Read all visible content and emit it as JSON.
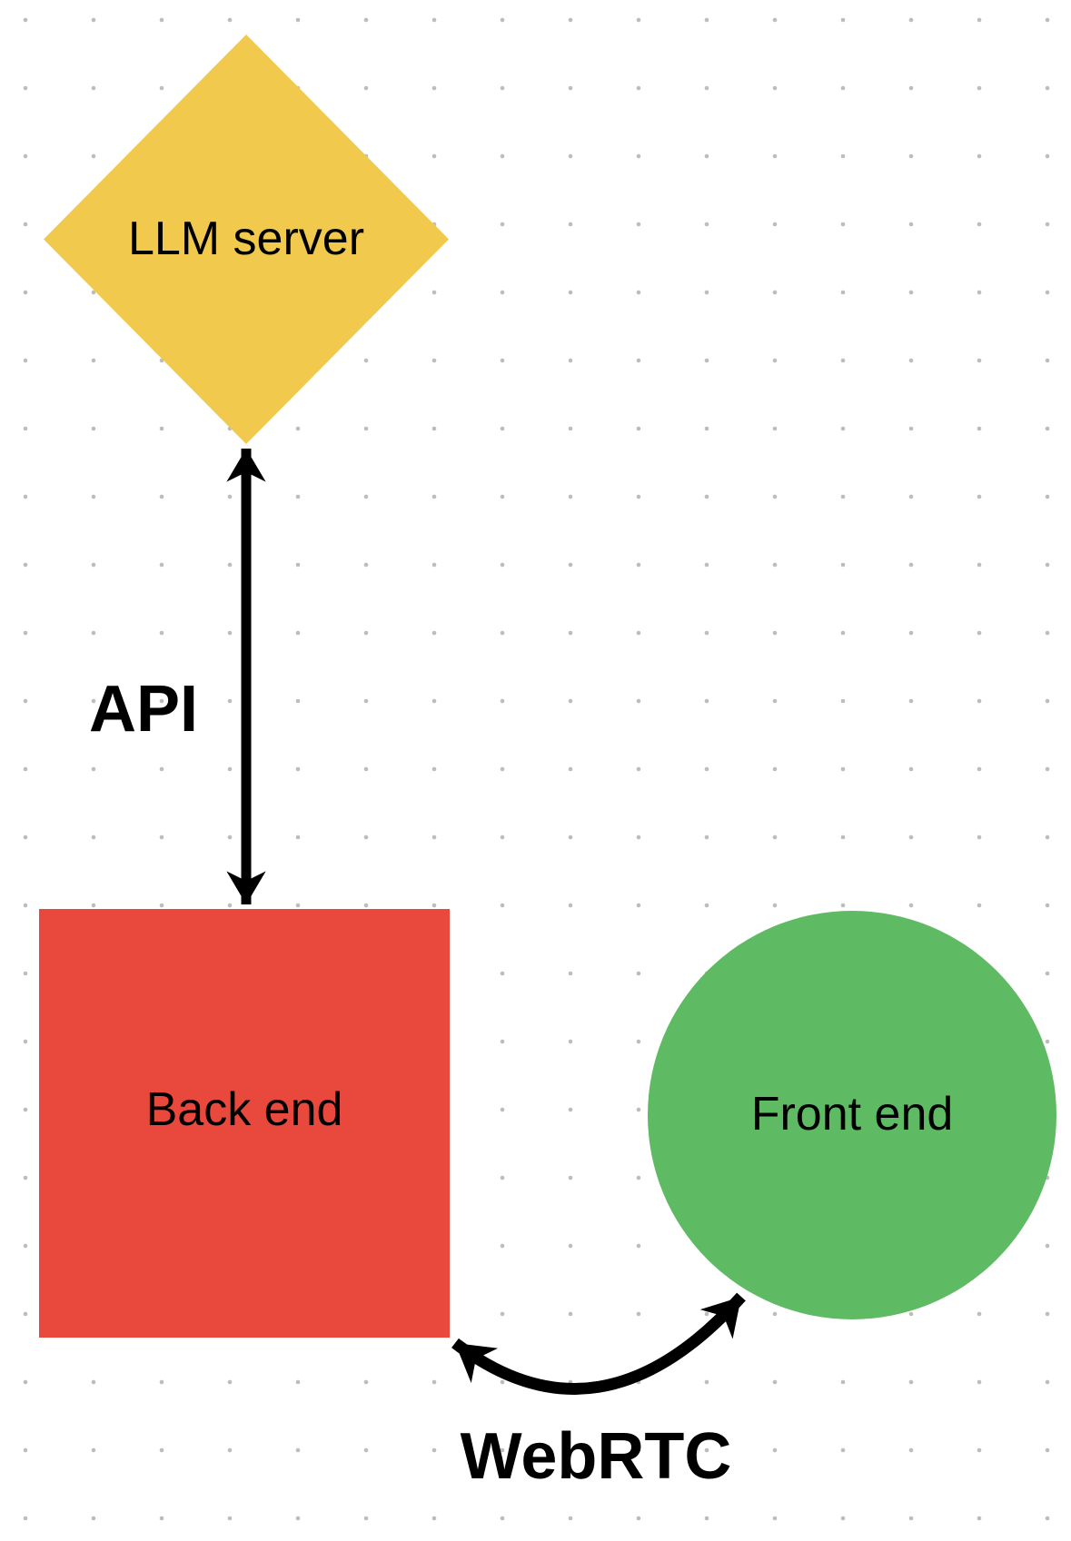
{
  "diagram": {
    "background_color": "#FFFFFF",
    "dot_grid_color": "#BDBDBD",
    "arrow_color": "#000000",
    "nodes": [
      {
        "id": "llm-server",
        "shape": "diamond",
        "label": "LLM server",
        "fill": "#F0C94D",
        "text_color": "#000000"
      },
      {
        "id": "back-end",
        "shape": "square",
        "label": "Back end",
        "fill": "#E8493C",
        "text_color": "#000000"
      },
      {
        "id": "front-end",
        "shape": "circle",
        "label": "Front end",
        "fill": "#5FBB63",
        "text_color": "#000000"
      }
    ],
    "edges": [
      {
        "id": "api",
        "label": "API",
        "from": "llm-server",
        "to": "back-end",
        "arrow_style": "straight-double-headed"
      },
      {
        "id": "webrtc",
        "label": "WebRTC",
        "from": "back-end",
        "to": "front-end",
        "arrow_style": "curved-double-headed"
      }
    ]
  }
}
